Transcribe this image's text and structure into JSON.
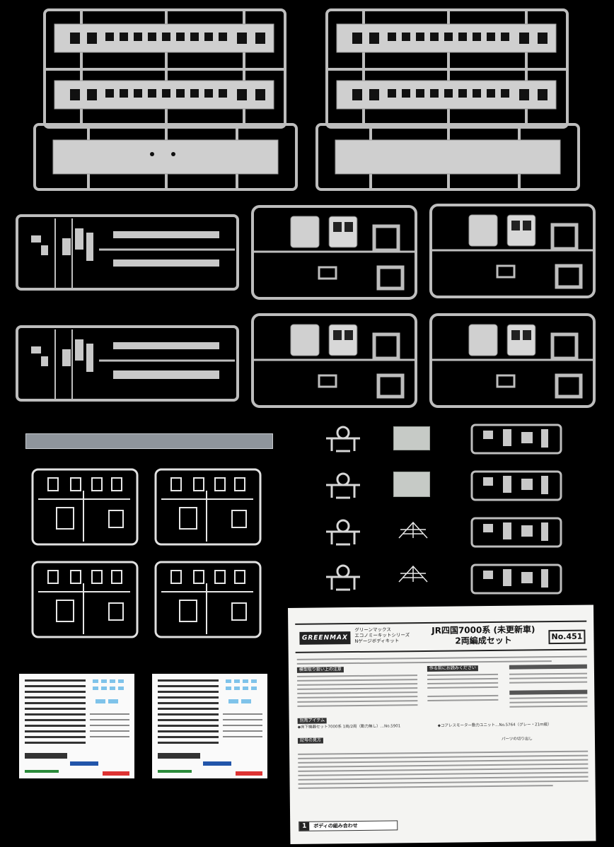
{
  "instruction_sheet": {
    "brand": "GREENMAX",
    "series_lines": [
      "グリーンマックス",
      "エコノミーキットシリーズ",
      "Nゲージボディキット"
    ],
    "title_lines": [
      "JR四国7000系 (未更新車)",
      "2両編成セット"
    ],
    "product_no": "No.451",
    "section_labels": [
      "模型取り扱い上の注意",
      "作る前にお読みください",
      "別売アイテム",
      "記号の見方",
      "ボディの組み合わせ"
    ],
    "parts_note_1": "◆床下機器セット7000系 1両/2両（動力無し）…No.5901",
    "parts_note_2": "◆コアレスモーター動力ユニット…No.5764（グレー・21m級）",
    "symbol_note": "パーツの切り出し",
    "step_number": "1"
  },
  "colors": {
    "background": "#000000",
    "sprue": "#c9c9c9",
    "sprue_dark": "#a8a8a8",
    "clear_part": "#e6e6e6",
    "sheet": "#f4f4f2"
  }
}
